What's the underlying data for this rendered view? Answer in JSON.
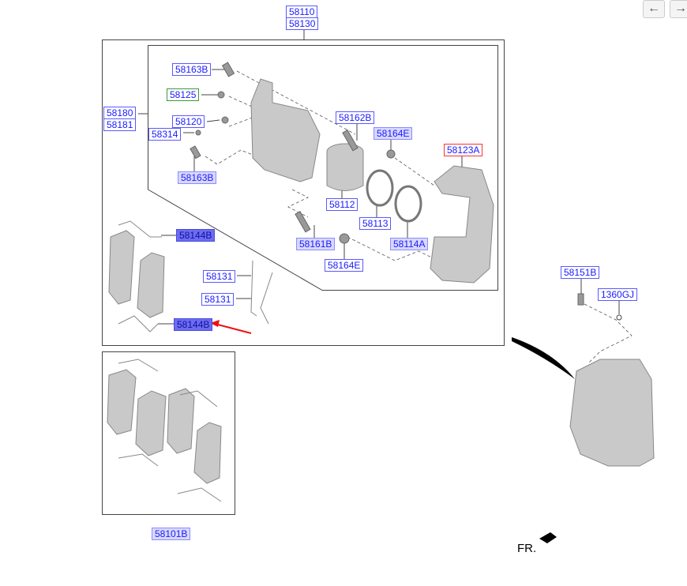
{
  "nav": {
    "back_icon": "arrow-left-icon",
    "forward_icon": "arrow-right-icon",
    "back": "←",
    "forward": "→"
  },
  "labels": {
    "l58110": "58110",
    "l58130": "58130",
    "l58163B_top": "58163B",
    "l58125": "58125",
    "l58180": "58180",
    "l58181": "58181",
    "l58120": "58120",
    "l58314": "58314",
    "l58163B_bot": "58163B",
    "l58162B": "58162B",
    "l58164E_top": "58164E",
    "l58123A": "58123A",
    "l58112": "58112",
    "l58113": "58113",
    "l58161B": "58161B",
    "l58114A": "58114A",
    "l58164E_bot": "58164E",
    "l58144B_top": "58144B",
    "l58144B_bot": "58144B",
    "l58131_top": "58131",
    "l58131_bot": "58131",
    "l58151B": "58151B",
    "l1360GJ": "1360GJ",
    "l58101B": "58101B"
  },
  "direction": "FR.",
  "colors": {
    "label_blue": "#1a1aff",
    "highlight_fill": "#6c6cf2",
    "arrow_red": "#ee1111"
  }
}
